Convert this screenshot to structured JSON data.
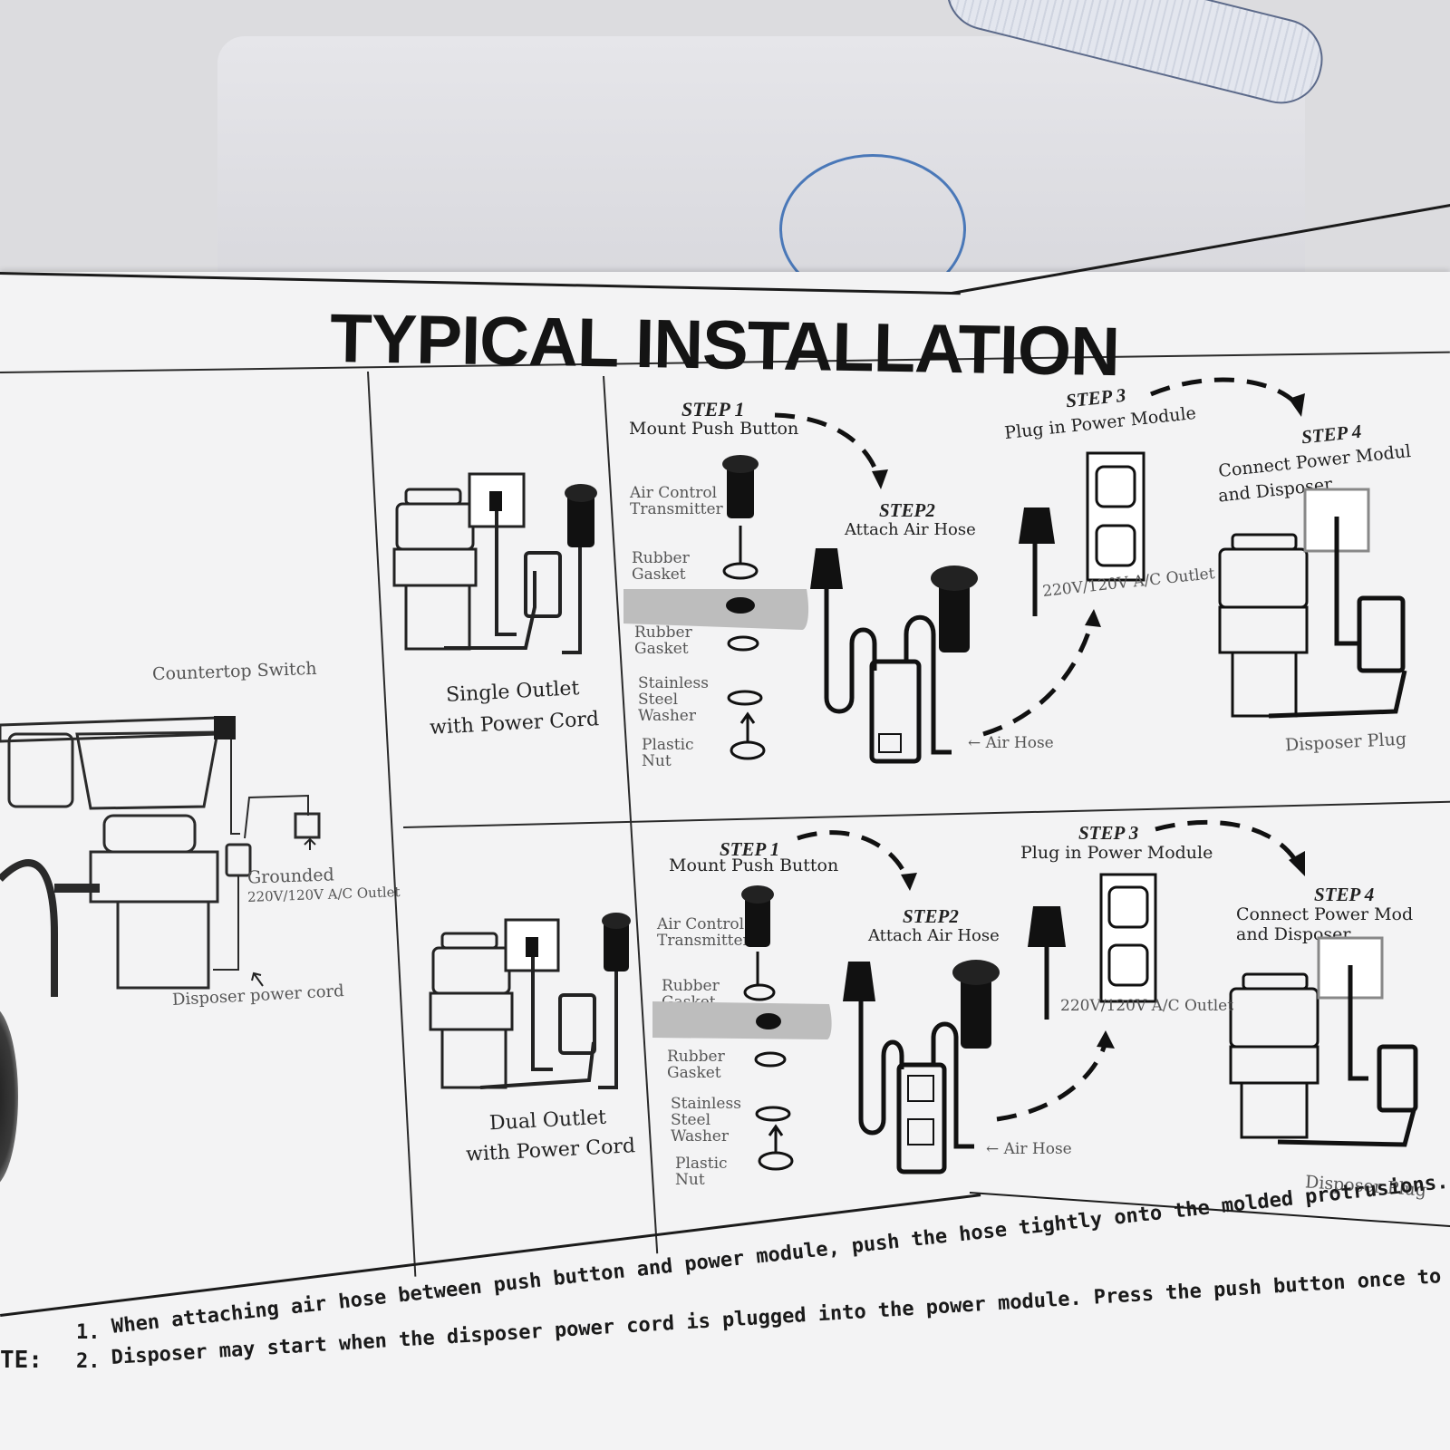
{
  "title": "TYPICAL INSTALLATION",
  "overview": {
    "countertop_switch": "Countertop Switch",
    "grounded": "Grounded",
    "outlet": "220V/120V A/C Outlet",
    "power_cord": "Disposer power cord"
  },
  "variants": [
    {
      "line1": "Single Outlet",
      "line2": "with Power Cord"
    },
    {
      "line1": "Dual Outlet",
      "line2": "with Power Cord"
    }
  ],
  "rows": [
    {
      "step1_head": "STEP 1",
      "step1_text": "Mount Push Button",
      "step2_head": "STEP2",
      "step2_text": "Attach Air Hose",
      "step3_head": "STEP 3",
      "step3_text": "Plug in Power Module",
      "step4_head": "STEP 4",
      "step4_text1": "Connect Power Modul",
      "step4_text2": "and Disposer",
      "parts": [
        {
          "l1": "Air Control",
          "l2": "Transmitter"
        },
        {
          "l1": "Rubber",
          "l2": "Gasket"
        },
        {
          "l1": "Rubber",
          "l2": "Gasket"
        },
        {
          "l1": "Stainless",
          "l2": "Steel",
          "l3": "Washer"
        },
        {
          "l1": "Plastic",
          "l2": "Nut"
        }
      ],
      "outlet_label": "220V/120V A/C Outlet",
      "air_hose": "← Air Hose",
      "disposer_plug": "Disposer Plug"
    },
    {
      "step1_head": "STEP 1",
      "step1_text": "Mount Push Button",
      "step2_head": "STEP2",
      "step2_text": "Attach Air Hose",
      "step3_head": "STEP 3",
      "step3_text": "Plug in Power Module",
      "step4_head": "STEP 4",
      "step4_text1": "Connect Power Mod",
      "step4_text2": "and Disposer",
      "parts": [
        {
          "l1": "Air Control",
          "l2": "Transmitter"
        },
        {
          "l1": "Rubber",
          "l2": "Gasket"
        },
        {
          "l1": "Rubber",
          "l2": "Gasket"
        },
        {
          "l1": "Stainless",
          "l2": "Steel",
          "l3": "Washer"
        },
        {
          "l1": "Plastic",
          "l2": "Nut"
        }
      ],
      "outlet_label": "220V/120V A/C Outlet",
      "air_hose": "← Air Hose",
      "disposer_plug": "Disposer Plug"
    }
  ],
  "notes": {
    "label": "TE:",
    "n1_num": "1.",
    "n1a": "When attaching air hose between push button and power module, push the hose tightly onto the molded protrusions.",
    "n2_num": "2.",
    "n2a": "Disposer may start when the disposer power cord is plugged into the power module. Press the push button once to stop the disposer"
  }
}
